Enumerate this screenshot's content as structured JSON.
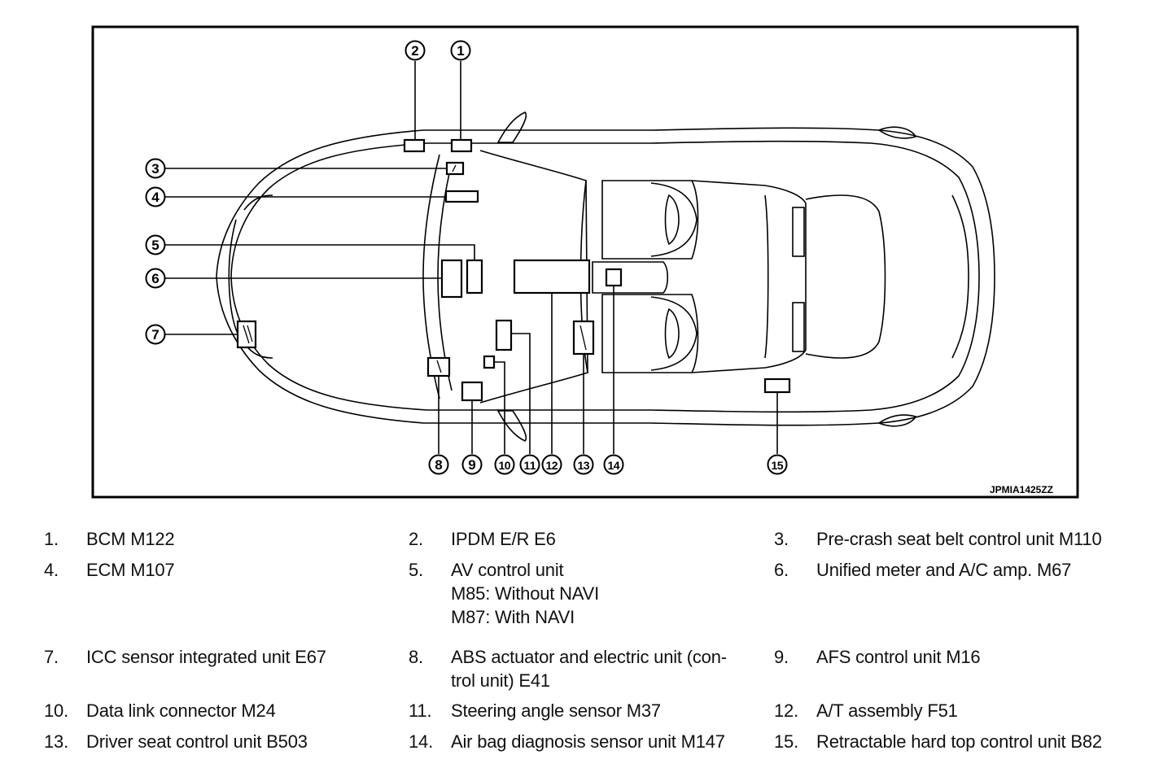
{
  "figure": {
    "code": "JPMIA1425ZZ"
  },
  "callouts": [
    {
      "n": "1"
    },
    {
      "n": "2"
    },
    {
      "n": "3"
    },
    {
      "n": "4"
    },
    {
      "n": "5"
    },
    {
      "n": "6"
    },
    {
      "n": "7"
    },
    {
      "n": "8"
    },
    {
      "n": "9"
    },
    {
      "n": "10"
    },
    {
      "n": "11"
    },
    {
      "n": "12"
    },
    {
      "n": "13"
    },
    {
      "n": "14"
    },
    {
      "n": "15"
    }
  ],
  "legend": [
    {
      "num": "1.",
      "lines": [
        "BCM M122"
      ]
    },
    {
      "num": "2.",
      "lines": [
        "IPDM E/R E6"
      ]
    },
    {
      "num": "3.",
      "lines": [
        "Pre-crash seat belt control unit M110"
      ]
    },
    {
      "num": "4.",
      "lines": [
        "ECM M107"
      ]
    },
    {
      "num": "5.",
      "lines": [
        "AV control unit",
        "M85: Without NAVI",
        "M87: With NAVI"
      ]
    },
    {
      "num": "6.",
      "lines": [
        "Unified meter and A/C amp. M67"
      ]
    },
    {
      "num": "7.",
      "lines": [
        "ICC sensor integrated unit E67"
      ]
    },
    {
      "num": "8.",
      "lines": [
        "ABS actuator and electric unit (con-",
        "trol unit) E41"
      ]
    },
    {
      "num": "9.",
      "lines": [
        "AFS control unit M16"
      ]
    },
    {
      "num": "10.",
      "lines": [
        "Data link connector M24"
      ]
    },
    {
      "num": "11.",
      "lines": [
        "Steering angle sensor M37"
      ]
    },
    {
      "num": "12.",
      "lines": [
        "A/T assembly F51"
      ]
    },
    {
      "num": "13.",
      "lines": [
        "Driver seat control unit B503"
      ]
    },
    {
      "num": "14.",
      "lines": [
        "Air bag diagnosis sensor unit M147"
      ]
    },
    {
      "num": "15.",
      "lines": [
        "Retractable hard top control unit B82"
      ]
    }
  ]
}
